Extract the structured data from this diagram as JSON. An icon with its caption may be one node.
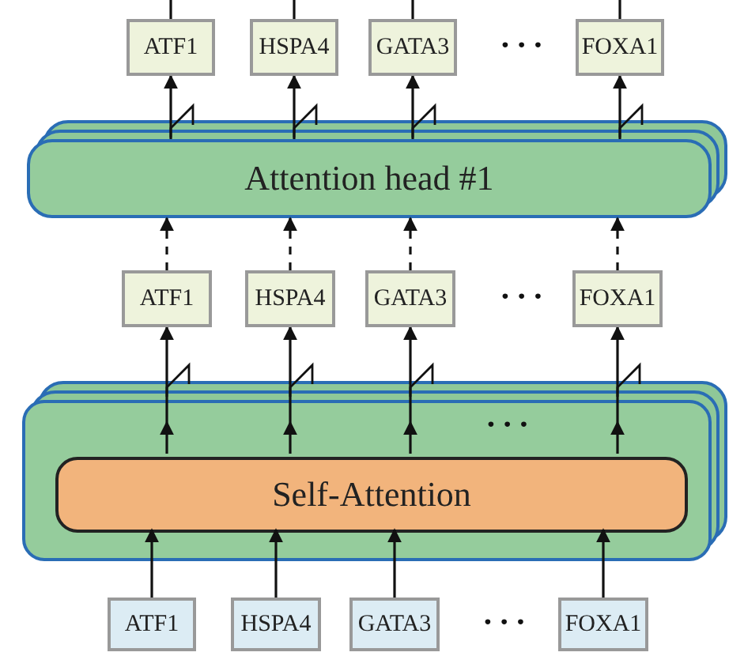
{
  "diagram": {
    "nodes": [
      {
        "text": [
          "ATF1"
        ]
      },
      {
        "text": [
          "HSPA4"
        ]
      },
      {
        "text": [
          "GATA3"
        ]
      },
      {
        "text": [
          "FOXA1"
        ]
      },
      {
        "text": [
          "Attention head #1"
        ]
      },
      {
        "text": [
          "ATF1"
        ]
      },
      {
        "text": [
          "HSPA4"
        ]
      },
      {
        "text": [
          "GATA3"
        ]
      },
      {
        "text": [
          "FOXA1"
        ]
      },
      {
        "text": [],
        "shape": "box"
      },
      {
        "text": [
          "Self-Attention"
        ],
        "in": 9
      },
      {
        "text": [
          "ATF1"
        ]
      },
      {
        "text": [
          "HSPA4"
        ]
      },
      {
        "text": [
          "GATA3"
        ]
      },
      {
        "text": [
          "FOXA1"
        ]
      }
    ],
    "edges": [
      {
        "from": 0,
        "to": null,
        "arrow": "none"
      },
      {
        "from": 1,
        "to": null,
        "arrow": "none"
      },
      {
        "from": 2,
        "to": null,
        "arrow": "none"
      },
      {
        "from": 3,
        "to": null,
        "arrow": "none"
      },
      {
        "from": 4,
        "to": 0,
        "arrow": "to"
      },
      {
        "from": 4,
        "to": 1,
        "arrow": "to"
      },
      {
        "from": 4,
        "to": 2,
        "arrow": "to"
      },
      {
        "from": 4,
        "to": 3,
        "arrow": "to"
      },
      {
        "from": 5,
        "to": 4,
        "arrow": "to",
        "style": "dashed"
      },
      {
        "from": 6,
        "to": 4,
        "arrow": "to",
        "style": "dashed"
      },
      {
        "from": 7,
        "to": 4,
        "arrow": "to",
        "style": "dashed"
      },
      {
        "from": 8,
        "to": 4,
        "arrow": "to",
        "style": "dashed"
      },
      {
        "from": 10,
        "to": 5,
        "arrow": "to"
      },
      {
        "from": 10,
        "to": 6,
        "arrow": "to"
      },
      {
        "from": 10,
        "to": 7,
        "arrow": "to"
      },
      {
        "from": 10,
        "to": 8,
        "arrow": "to"
      },
      {
        "from": 11,
        "to": 10,
        "arrow": "to"
      },
      {
        "from": 12,
        "to": 10,
        "arrow": "to"
      },
      {
        "from": 13,
        "to": 10,
        "arrow": "to"
      },
      {
        "from": 14,
        "to": 10,
        "arrow": "to"
      }
    ],
    "labels": [
      "• • •",
      "• • •",
      "• • •",
      "• • •"
    ]
  }
}
